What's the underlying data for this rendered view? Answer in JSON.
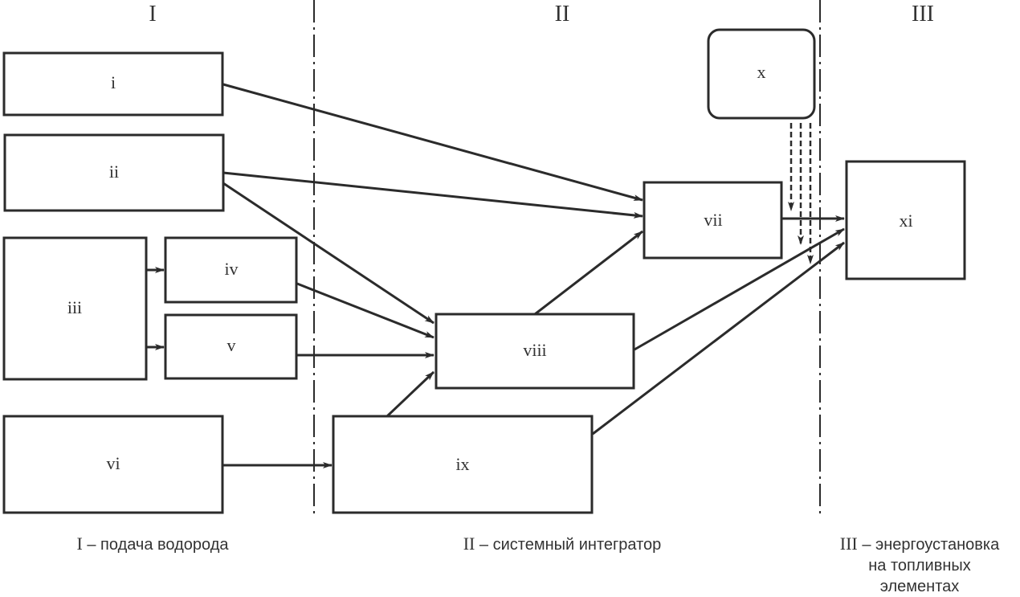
{
  "zones": [
    {
      "id": "I",
      "numeral": "I",
      "caption": "– подача водорода"
    },
    {
      "id": "II",
      "numeral": "II",
      "caption": "– системный интегратор"
    },
    {
      "id": "III",
      "numeral": "III",
      "caption": "– энергоустановка на топливных элементах",
      "caption_lines": [
        "– энергоустановка",
        "на топливных",
        "элементах"
      ]
    }
  ],
  "nodes": [
    {
      "id": "i",
      "label": "i",
      "zone": "I"
    },
    {
      "id": "ii",
      "label": "ii",
      "zone": "I"
    },
    {
      "id": "iii",
      "label": "iii",
      "zone": "I"
    },
    {
      "id": "iv",
      "label": "iv",
      "zone": "I"
    },
    {
      "id": "v",
      "label": "v",
      "zone": "I"
    },
    {
      "id": "vi",
      "label": "vi",
      "zone": "I"
    },
    {
      "id": "vii",
      "label": "vii",
      "zone": "II"
    },
    {
      "id": "viii",
      "label": "viii",
      "zone": "II"
    },
    {
      "id": "ix",
      "label": "ix",
      "zone": "II"
    },
    {
      "id": "x",
      "label": "x",
      "zone": "II",
      "shape": "rounded"
    },
    {
      "id": "xi",
      "label": "xi",
      "zone": "III"
    }
  ],
  "edges": [
    {
      "from": "i",
      "to": "vii",
      "style": "solid"
    },
    {
      "from": "ii",
      "to": "vii",
      "style": "solid"
    },
    {
      "from": "ii",
      "to": "viii",
      "style": "solid"
    },
    {
      "from": "iii",
      "to": "iv",
      "style": "solid"
    },
    {
      "from": "iii",
      "to": "v",
      "style": "solid"
    },
    {
      "from": "iv",
      "to": "viii",
      "style": "solid"
    },
    {
      "from": "v",
      "to": "viii",
      "style": "solid"
    },
    {
      "from": "vi",
      "to": "ix",
      "style": "solid"
    },
    {
      "from": "ix",
      "to": "viii",
      "style": "solid"
    },
    {
      "from": "viii",
      "to": "vii",
      "style": "solid"
    },
    {
      "from": "vii",
      "to": "xi",
      "style": "solid"
    },
    {
      "from": "viii",
      "to": "xi",
      "style": "solid"
    },
    {
      "from": "ix",
      "to": "xi",
      "style": "solid"
    },
    {
      "from": "x",
      "to": "vii-xi-link",
      "style": "dashed"
    },
    {
      "from": "x",
      "to": "viii-xi-link",
      "style": "dashed"
    },
    {
      "from": "x",
      "to": "ix-xi-link",
      "style": "dashed"
    }
  ]
}
